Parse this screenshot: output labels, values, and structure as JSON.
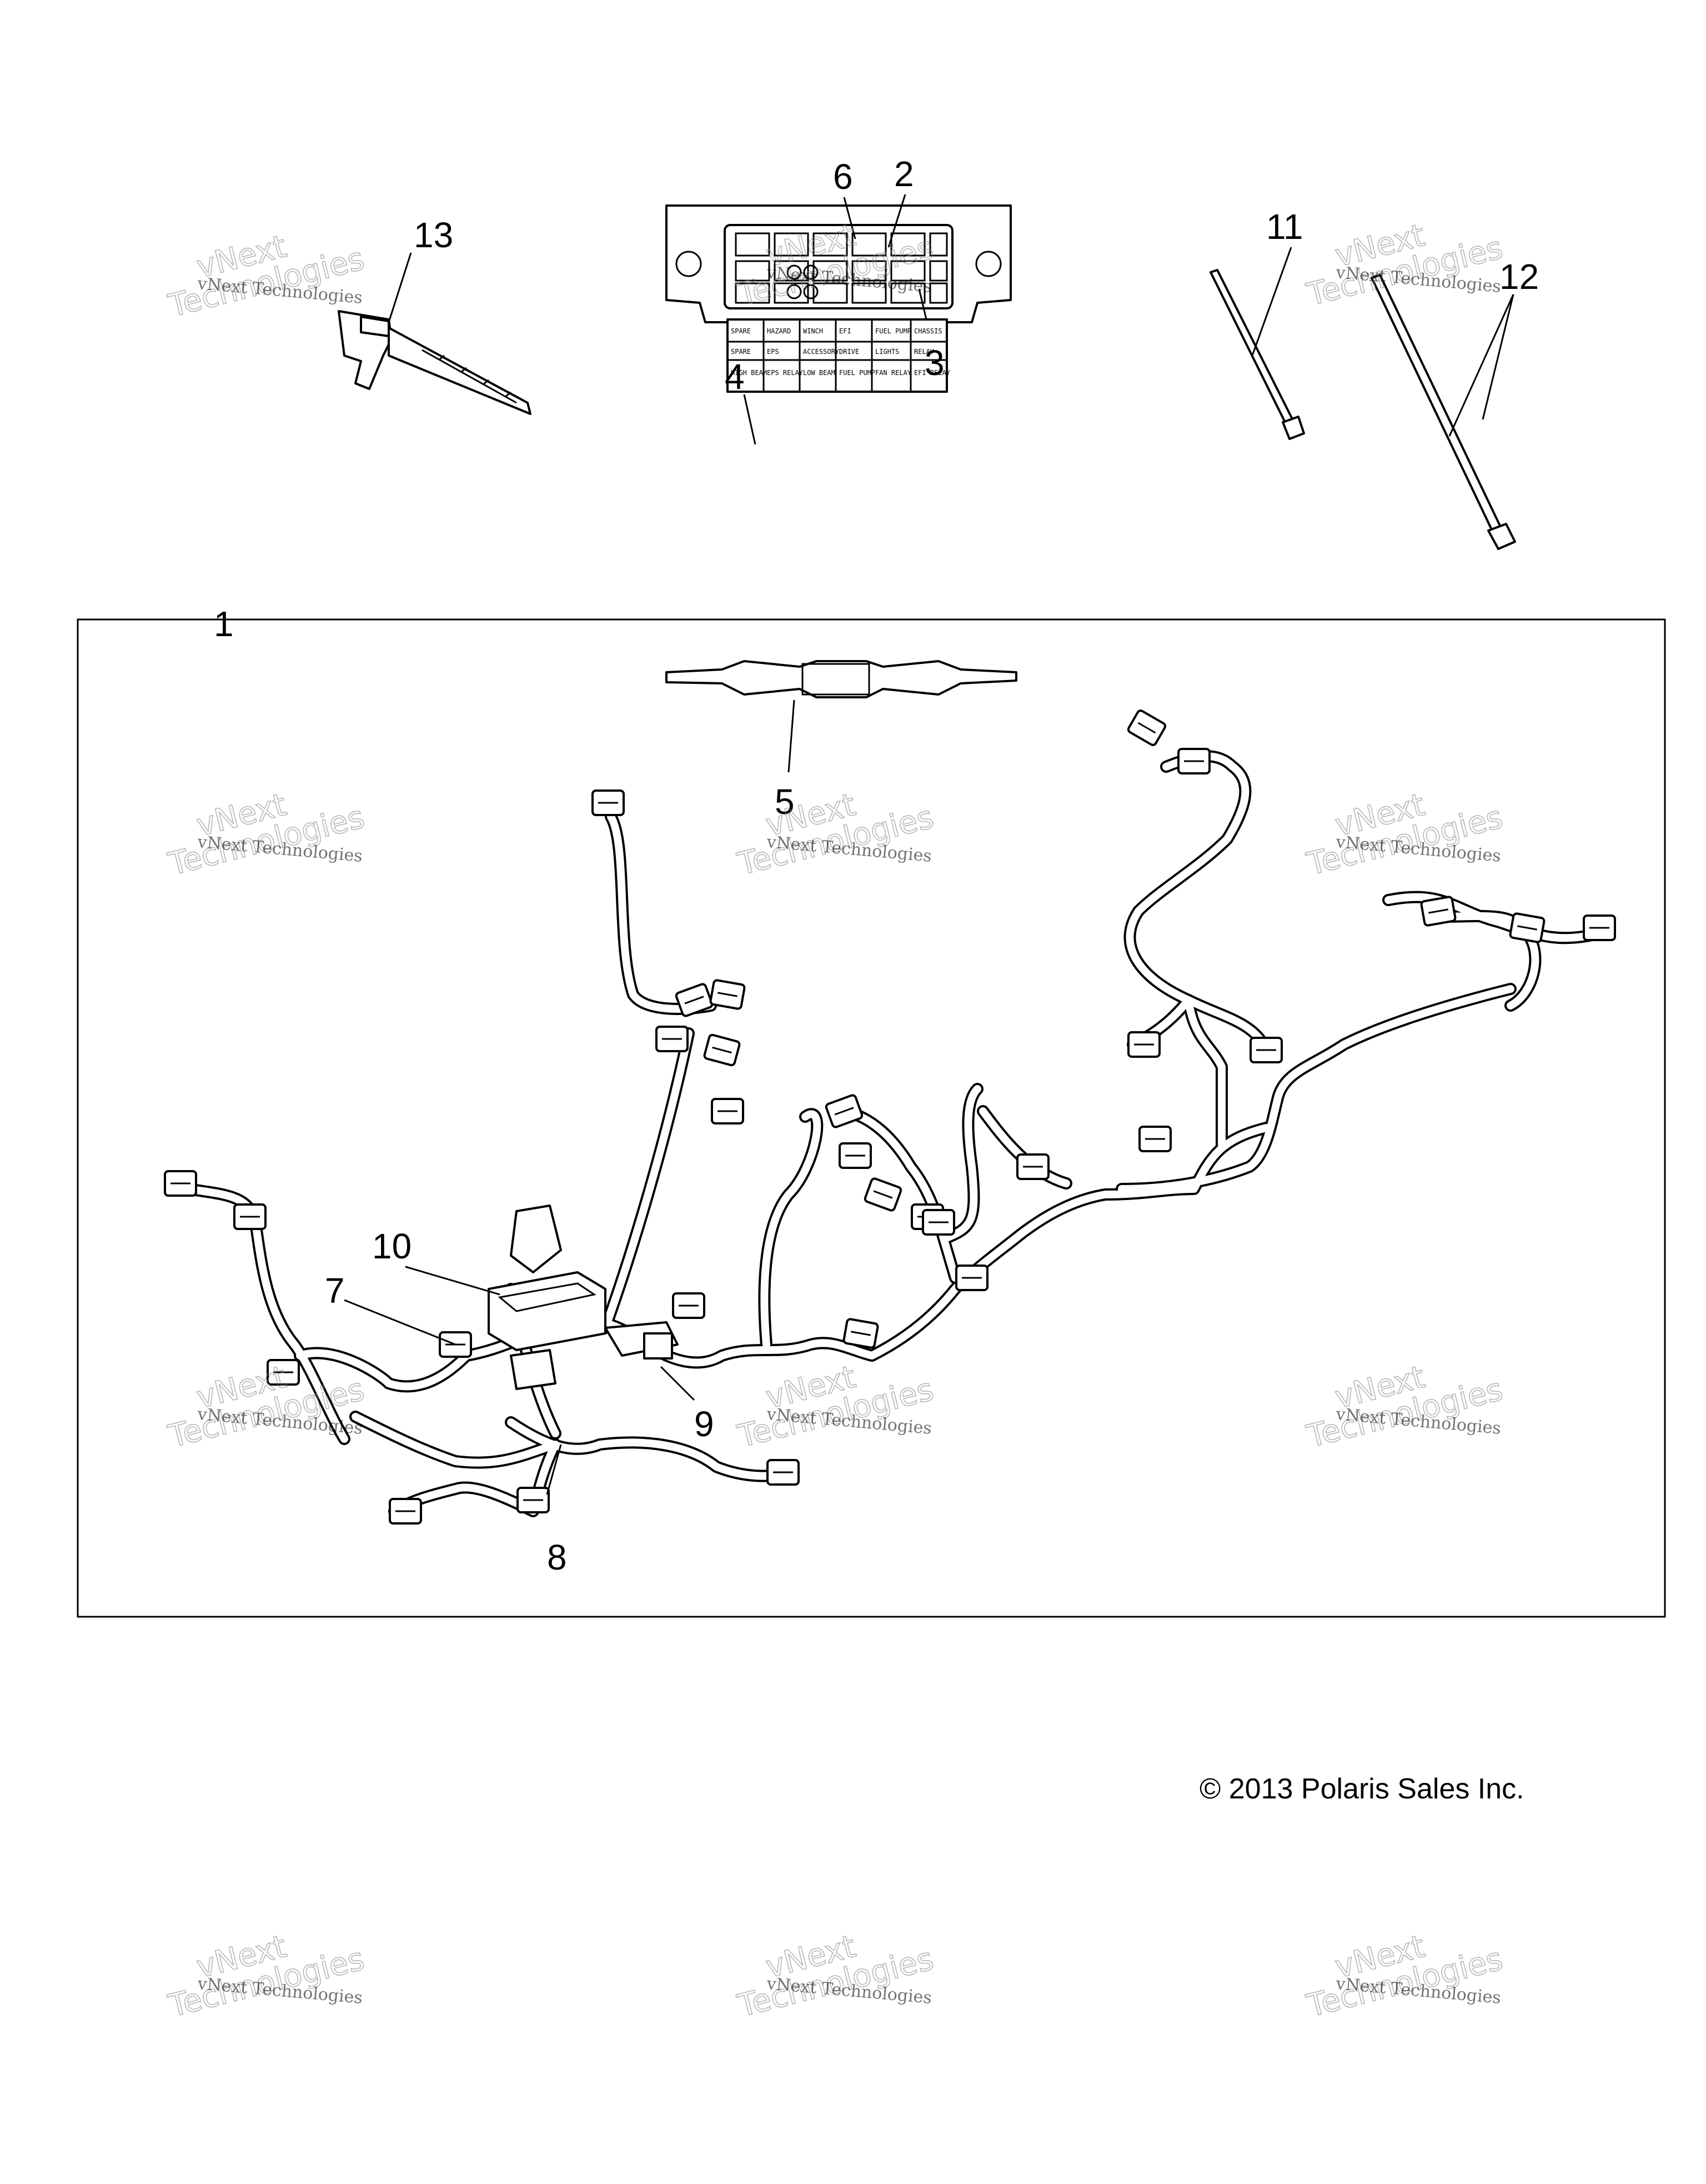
{
  "callouts": {
    "c1": "1",
    "c2": "2",
    "c3": "3",
    "c4": "4",
    "c5": "5",
    "c6": "6",
    "c7": "7",
    "c8": "8",
    "c9": "9",
    "c10": "10",
    "c11": "11",
    "c12": "12",
    "c13": "13"
  },
  "watermark": {
    "line1": "vNext Technologies",
    "line2a": "vNext",
    "line2b": "Technologies"
  },
  "fuse_label_cells": [
    "SPARE",
    "HAZARD",
    "WINCH",
    "EFI",
    "FUEL PUMP",
    "CHASSIS",
    "SPARE",
    "EPS",
    "ACCESSORY",
    "DRIVE",
    "LIGHTS",
    "RELAY",
    "HIGH BEAM",
    "EPS RELAY",
    "LOW BEAM",
    "FUEL PUMP",
    "FAN RELAY",
    "EFI RELAY"
  ],
  "copyright": "© 2013 Polaris Sales Inc."
}
